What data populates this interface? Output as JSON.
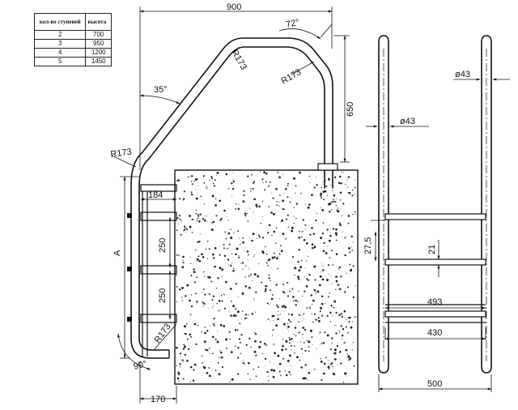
{
  "table": {
    "header_steps": "кол-во ступеней",
    "header_height": "высота",
    "rows": [
      {
        "steps": "2",
        "height": "700"
      },
      {
        "steps": "3",
        "height": "950"
      },
      {
        "steps": "4",
        "height": "1200"
      },
      {
        "steps": "5",
        "height": "1450"
      }
    ]
  },
  "dimensions": {
    "top_width": "900",
    "angle_top": "72°",
    "radius_top_left": "R173",
    "radius_top_right": "R173",
    "angle_35": "35°",
    "vertical_650": "650",
    "radius_left": "R173",
    "offset_184": "184",
    "step_250_a": "250",
    "step_250_b": "250",
    "height_A": "A",
    "radius_bottom": "R173",
    "angle_90": "90°",
    "bottom_170": "170"
  },
  "front_view": {
    "diameter_top": "ø43",
    "diameter_mid": "ø43",
    "step_27_5": "27,5",
    "step_21": "21",
    "width_493": "493",
    "width_430": "430",
    "width_500": "500"
  }
}
